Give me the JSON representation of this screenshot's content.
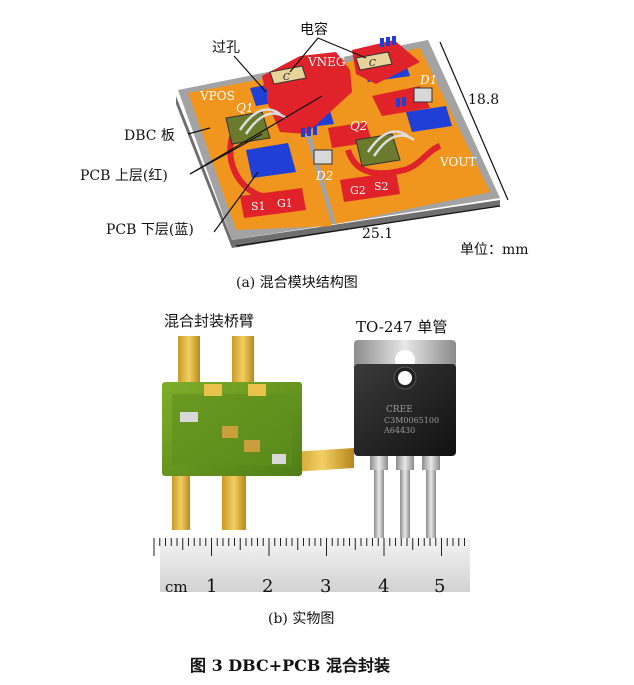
{
  "panel_a": {
    "labels": {
      "via": "过孔",
      "capacitor": "电容",
      "dbc_board": "DBC 板",
      "pcb_top": "PCB 上层(红)",
      "pcb_bottom": "PCB 下层(蓝)"
    },
    "device_labels": {
      "vpos": "VPOS",
      "vneg": "VNEG",
      "vout": "VOUT",
      "q1": "Q1",
      "q2": "Q2",
      "d1": "D1",
      "d2": "D2",
      "cap_mark": "C",
      "s1": "S1",
      "g1": "G1",
      "s2": "S2",
      "g2": "G2"
    },
    "dimensions": {
      "height": "18.8",
      "width": "25.1",
      "unit": "单位：mm"
    },
    "caption": "(a)  混合模块结构图"
  },
  "panel_b": {
    "labels": {
      "hybrid_bridge": "混合封装桥臂",
      "to247": "TO-247 单管"
    },
    "ruler_numbers": [
      "cm",
      "1",
      "2",
      "3",
      "4",
      "5"
    ],
    "chip_text": [
      "CREE",
      "C3M0065100",
      "A64430"
    ],
    "caption": "(b)  实物图"
  },
  "figure_title": "图 3    DBC+PCB 混合封装",
  "colors": {
    "pcb_red": "#e0222a",
    "pcb_blue": "#1f3fd6",
    "dbc_orange": "#f0951e",
    "substrate_gray": "#9a9a9a"
  }
}
